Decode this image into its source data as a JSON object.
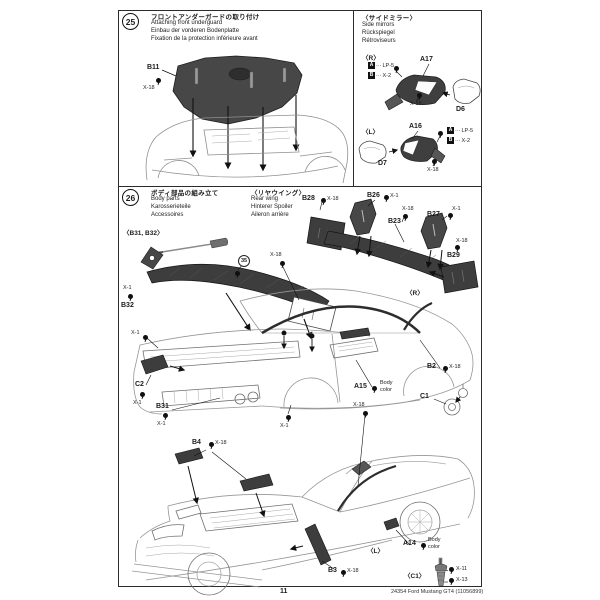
{
  "doc": {
    "page_number": "11",
    "footer_code": "24354 Ford Mustang GT4 (11056899)"
  },
  "step25": {
    "number": "25",
    "title_ja": "フロントアンダーガードの取り付け",
    "title_en": "Attaching front underguard",
    "title_de": "Einbau der vorderen Bodenplatte",
    "title_fr": "Fixation de la protection inférieure avant",
    "part_b11": "B11"
  },
  "mirrors": {
    "title_ja": "〈サイドミラー〉",
    "title_en": "Side mirrors",
    "title_de": "Rückspiegel",
    "title_fr": "Rétroviseurs",
    "right_label": "〈R〉",
    "left_label": "〈L〉",
    "legend_a_key": "A",
    "legend_a_sep": "···",
    "legend_a_value": "LP-5",
    "legend_b_key": "B",
    "legend_b_sep": "···",
    "legend_b_value": "X-2",
    "part_a17": "A17",
    "part_a16": "A16",
    "part_d6": "D6",
    "part_d7": "D7"
  },
  "step26": {
    "number": "26",
    "title_ja": "ボディ部品の組み立て",
    "title_en": "Body parts",
    "title_de": "Karosserieteile",
    "title_fr": "Accessoires",
    "sub_assembly": "〈B31, B32〉",
    "wing_title_ja": "〈リヤウイング〉",
    "wing_title_en": "Rear wing",
    "wing_title_de": "Hinterer Spoiler",
    "wing_title_fr": "Aileron arrière",
    "right_label": "〈R〉",
    "left_label": "〈L〉",
    "c1_group_label": "〈C1〉",
    "screw_badge": "35",
    "parts": {
      "b28": "B28",
      "b26": "B26",
      "b23": "B23",
      "b27": "B27",
      "b29": "B29",
      "b32": "B32",
      "b31": "B31",
      "c2": "C2",
      "b2": "B2",
      "a15": "A15",
      "c1": "C1",
      "b4": "B4",
      "b3": "B3",
      "a14": "A14"
    }
  },
  "paint": {
    "x1": "X-1",
    "x2": "X-2",
    "x11": "X-11",
    "x13": "X-13",
    "x18": "X-18",
    "lp5": "LP-5",
    "body_color_1": "Body",
    "body_color_2": "color"
  }
}
